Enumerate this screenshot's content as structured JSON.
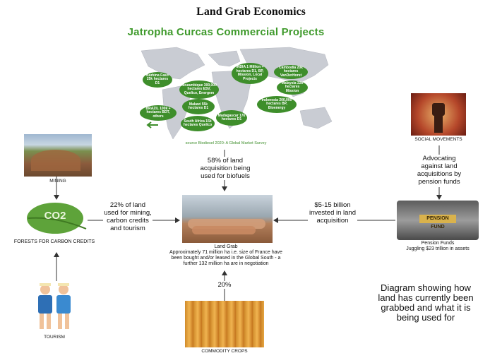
{
  "title": "Land Grab Economics",
  "map": {
    "title": "Jatropha Curcas Commercial Projects",
    "bubbles": [
      {
        "text": "Burkina Faso 25k hectares D1"
      },
      {
        "text": "INDIA 1 Million + hectares D1, BP, Mission, Local Projects"
      },
      {
        "text": "Cambodia 20k hectares VanDerHorst"
      },
      {
        "text": "Mozambique 300,000 hectares ESV, Quelico, Energem"
      },
      {
        "text": "Malaysia 22k hectares Mission"
      },
      {
        "text": "Indonesia 200,000 hectares BP, Bioenergy"
      },
      {
        "text": "Malawi 55k hectares D1"
      },
      {
        "text": "BRAZIL 100k + hectares BDT, others"
      },
      {
        "text": "Madagascar 17k hectares D1"
      },
      {
        "text": "South Africa 15k hectares Quelico"
      }
    ],
    "source": "source Biodiesel 2020: A Global Market Survey"
  },
  "labels": {
    "mining": "MINING",
    "forests": "FORESTS FOR CARBON CREDITS",
    "tourism": "TOURISM",
    "social": "SOCIAL MOVEMENTS",
    "commodity": "COMMODITY CROPS",
    "co2": "CO2",
    "pension_sign": "PENSION FUND"
  },
  "arrows": {
    "biofuels": "58% of land acquisition being used for biofuels",
    "mining": "22% of land used for mining, carbon credits and tourism",
    "invested": "$5-15 billion invested in land acquisition",
    "advocating": "Advocating against land acquisitions by pension funds",
    "commodity": "20%"
  },
  "land_grab": {
    "title": "Land Grab",
    "text": "Approximately 71 million ha i.e. size of France have been bought and/or leased in the Global South - a further 132 million ha are in negotiation"
  },
  "pension": {
    "title": "Pension Funds",
    "text": "Juggling $23 trillion in assets"
  },
  "summary": "Diagram showing how land has currently been grabbed and what it is being used for"
}
